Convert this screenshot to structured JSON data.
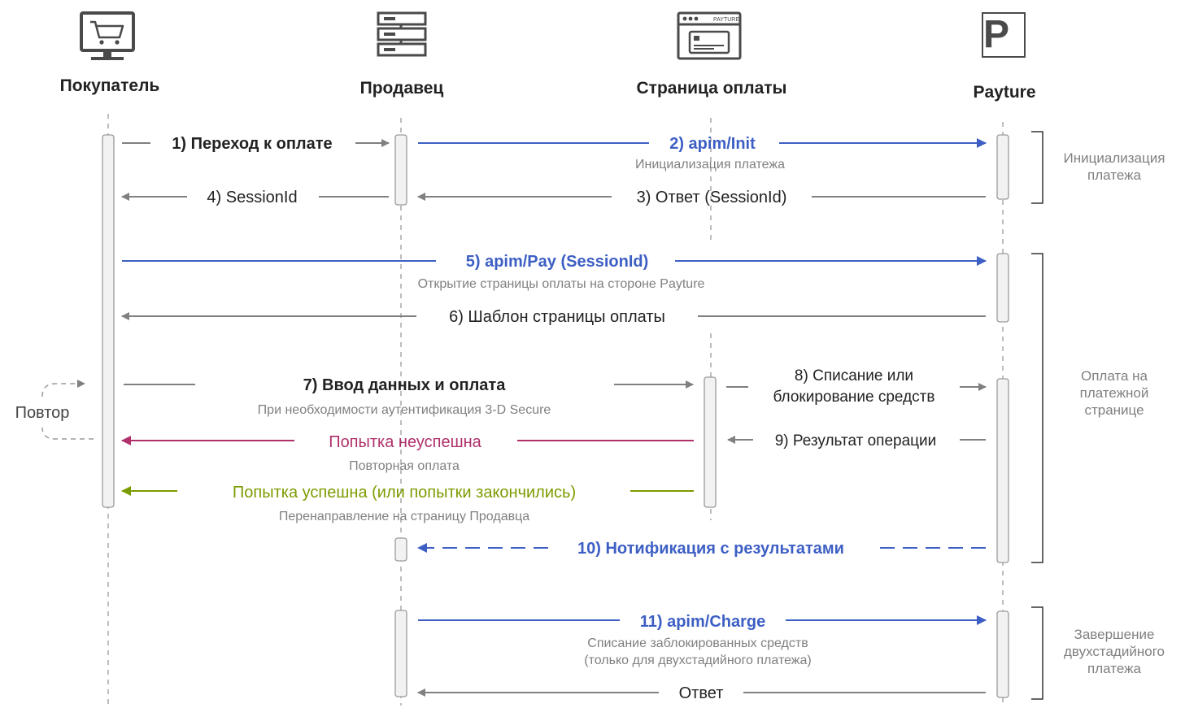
{
  "colors": {
    "gray": "#808080",
    "dark": "#222222",
    "blue": "#3d5fc4",
    "magenta": "#b0306a",
    "green": "#7b9c00",
    "muted": "#808080",
    "bar_fill": "#f2f2f2",
    "bar_stroke": "#9a9a9a",
    "icon": "#4a4a4a"
  },
  "participants": [
    {
      "key": "buyer",
      "label": "Покупатель",
      "icon": "shopping-cart-monitor-icon"
    },
    {
      "key": "seller",
      "label": "Продавец",
      "icon": "server-rack-icon"
    },
    {
      "key": "payment_page",
      "label": "Страница оплаты",
      "icon": "payment-page-browser-icon"
    },
    {
      "key": "payture",
      "label": "Payture",
      "icon": "payture-logo-icon",
      "logo_text": "P"
    }
  ],
  "browser_icon_text": "PAYTURE",
  "messages": [
    {
      "id": "m1",
      "label": "1) Переход к оплате",
      "sub": "",
      "style": "bold-dark",
      "line": "gray"
    },
    {
      "id": "m2",
      "label": "2) apim/Init",
      "sub": "Инициализация платежа",
      "style": "bold-blue",
      "line": "blue"
    },
    {
      "id": "m3",
      "label": "3) Ответ (SessionId)",
      "sub": "",
      "style": "normal-dark",
      "line": "gray"
    },
    {
      "id": "m4",
      "label": "4) SessionId",
      "sub": "",
      "style": "normal-dark",
      "line": "gray"
    },
    {
      "id": "m5",
      "label": "5) apim/Pay (SessionId)",
      "sub": "Открытие  страницы оплаты на стороне Payture",
      "style": "bold-blue",
      "line": "blue"
    },
    {
      "id": "m6",
      "label": "6) Шаблон страницы оплаты",
      "sub": "",
      "style": "normal-dark",
      "line": "gray"
    },
    {
      "id": "m7",
      "label": "7) Ввод данных и оплата",
      "sub": "При необходимости аутентификация 3-D Secure",
      "style": "bold-dark",
      "line": "gray"
    },
    {
      "id": "m8",
      "label": "8) Списание или",
      "label2": "блокирование средств",
      "sub": "",
      "style": "normal-dark",
      "line": "gray"
    },
    {
      "id": "m9",
      "label": "9) Результат операции",
      "sub": "",
      "style": "normal-dark",
      "line": "gray"
    },
    {
      "id": "m_fail",
      "label": "Попытка неуспешна",
      "sub": "Повторная оплата",
      "style": "normal-magenta",
      "line": "magenta"
    },
    {
      "id": "m_ok",
      "label": "Попытка успешна (или попытки закончились)",
      "sub": "Перенаправление на страницу Продавца",
      "style": "normal-green",
      "line": "green"
    },
    {
      "id": "m10",
      "label": "10) Нотификация с результатами",
      "sub": "",
      "style": "bold-blue",
      "line": "blue-dashed"
    },
    {
      "id": "m11",
      "label": "11) apim/Charge",
      "sub": "Списание заблокированных средств",
      "sub2": "(только для двухстадийного платежа)",
      "style": "bold-blue",
      "line": "blue"
    },
    {
      "id": "m12",
      "label": "Ответ",
      "sub": "",
      "style": "normal-dark",
      "line": "gray"
    }
  ],
  "repeat_label": "Повтор",
  "phases": [
    {
      "lines": [
        "Инициализация",
        "платежа"
      ]
    },
    {
      "lines": [
        "Оплата на",
        "платежной",
        "странице"
      ]
    },
    {
      "lines": [
        "Завершение",
        "двухстадийного",
        "платежа"
      ]
    }
  ]
}
